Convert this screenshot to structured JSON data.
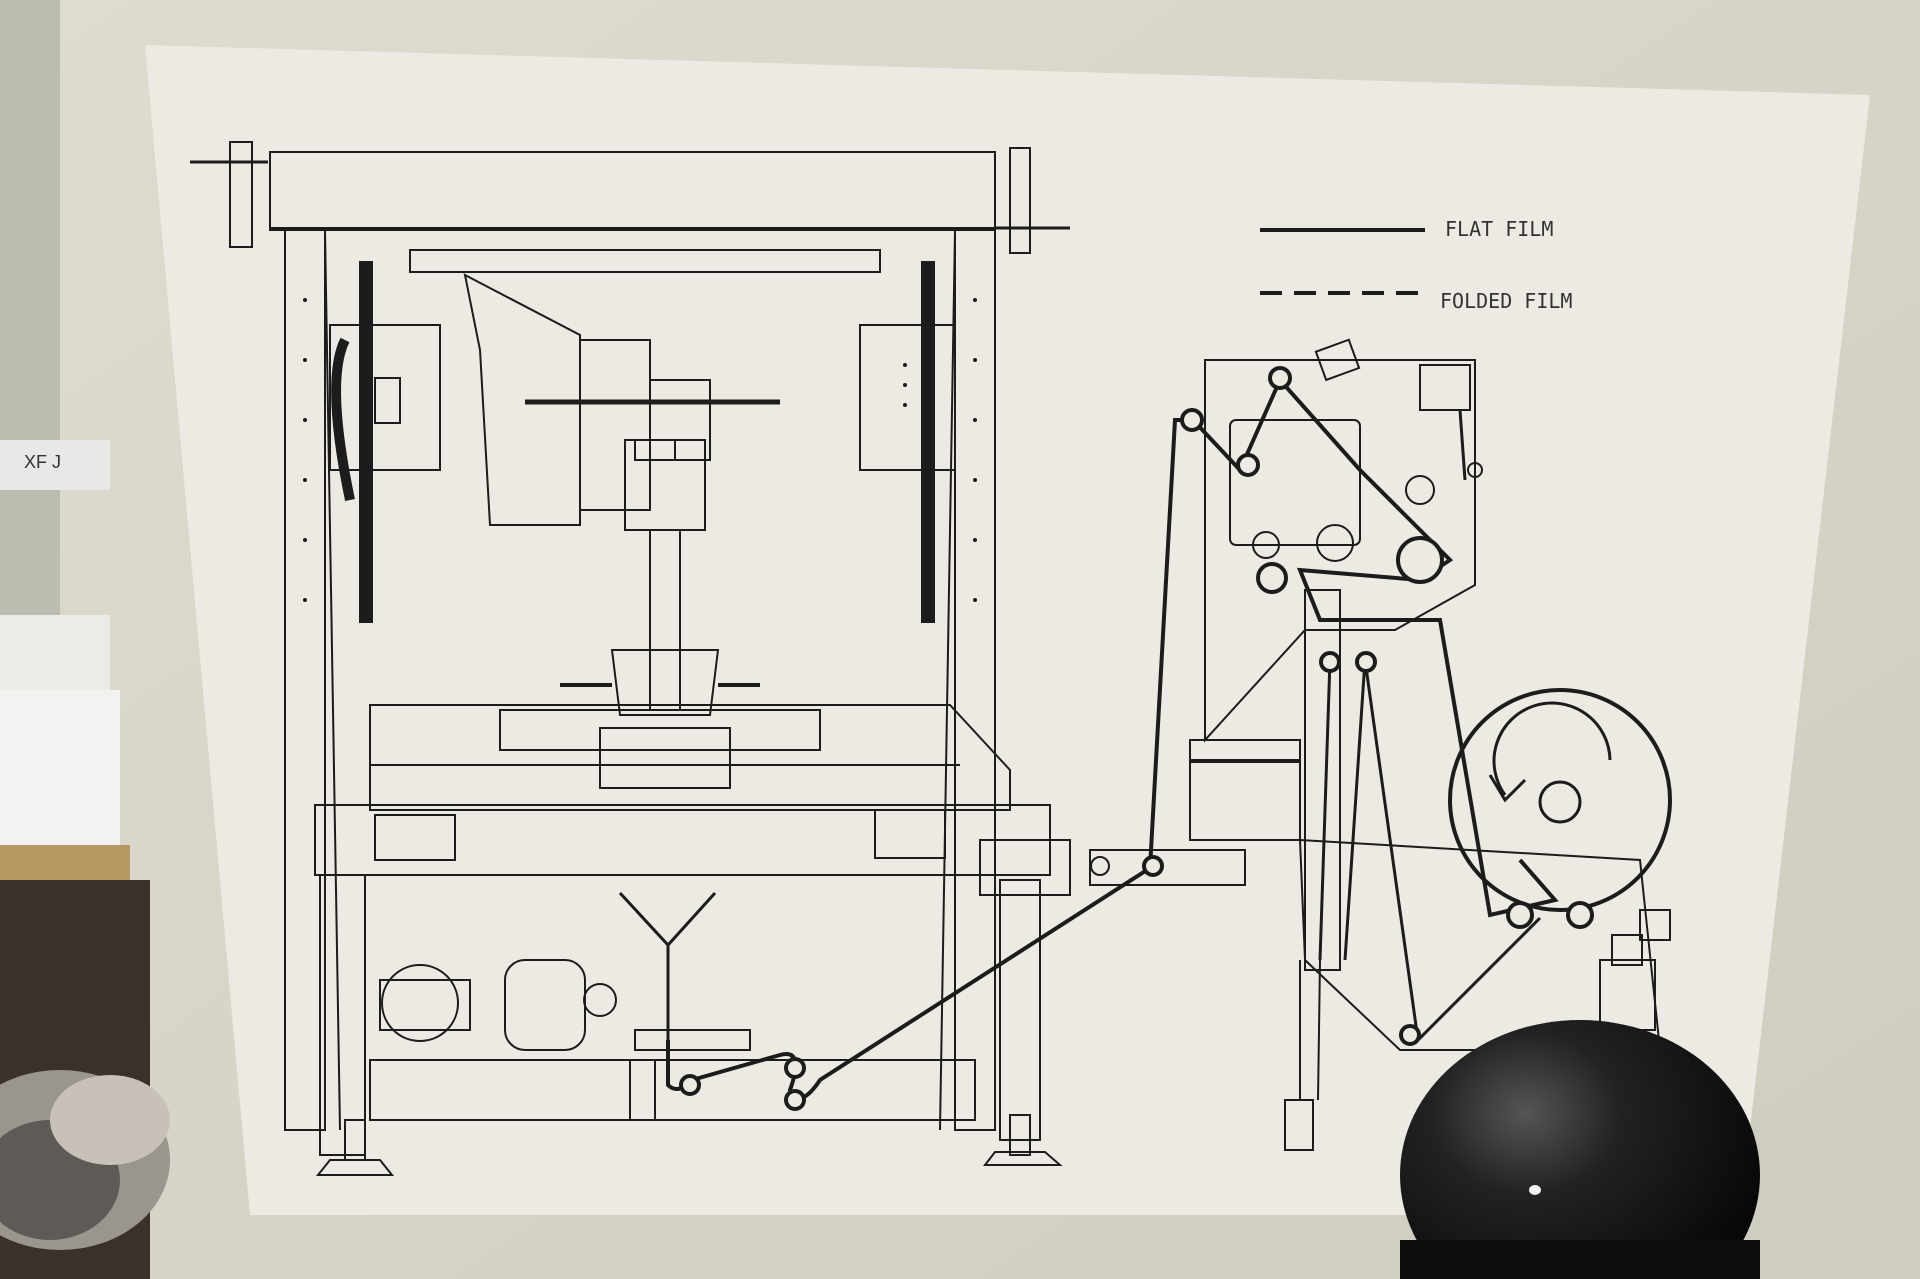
{
  "legend": {
    "flat_label": "FLAT FILM",
    "folded_label": "FOLDED FILM"
  },
  "side_label": "XF J",
  "colors": {
    "wall": "#dcdbd0",
    "paper": "#ecebe4",
    "ink": "#1c1c1c",
    "knob": "#151515"
  },
  "icons": {
    "supply_roll": "rotation-arrow-icon"
  }
}
